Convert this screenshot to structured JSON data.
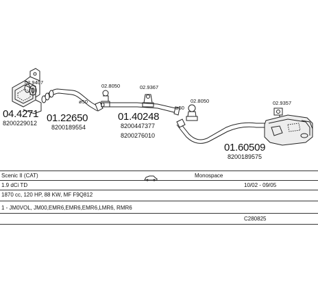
{
  "parts": [
    {
      "id": "p1",
      "number": "04.4271",
      "oe": [
        "8200229012"
      ]
    },
    {
      "id": "p2",
      "number": "02.9407",
      "oe": []
    },
    {
      "id": "p3",
      "number": "01.22650",
      "oe": [
        "8200189554"
      ]
    },
    {
      "id": "p4",
      "number": "02.8050",
      "oe": []
    },
    {
      "id": "p5",
      "number": "02.9367",
      "oe": []
    },
    {
      "id": "p6",
      "number": "01.40248",
      "oe": [
        "8200447377",
        "8200276010"
      ]
    },
    {
      "id": "p7",
      "number": "02.8050",
      "oe": []
    },
    {
      "id": "p8",
      "number": "02.9357",
      "oe": []
    },
    {
      "id": "p9",
      "number": "01.60509",
      "oe": [
        "8200189575"
      ]
    }
  ],
  "diam_labels": [
    "ø50",
    "ø50"
  ],
  "info": {
    "model": "Scenic II (CAT)",
    "body_type": "Monospace",
    "engine": "1.9 dCi TD",
    "years": "10/02 - 09/05",
    "spec": "1870 cc, 120 HP, 88 KW, MF F9Q812",
    "codes": "1 - JM0VOL, JM00,EMR6,EMR6,EMR6,LMR6, RMR6",
    "diagram_code": "C280825"
  }
}
